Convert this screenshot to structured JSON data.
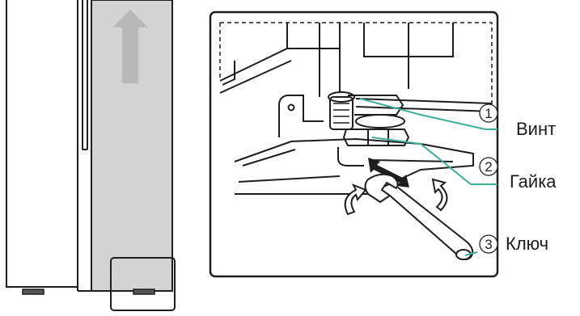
{
  "labels": [
    {
      "number": "1",
      "text": "Винт"
    },
    {
      "number": "2",
      "text": "Гайка"
    },
    {
      "number": "3",
      "text": "Ключ"
    }
  ],
  "colors": {
    "line": "#1e1e1e",
    "leader": "#3fae9a",
    "cabinet_side": "#d3d3d3",
    "arrow": "#b8b8b8"
  }
}
